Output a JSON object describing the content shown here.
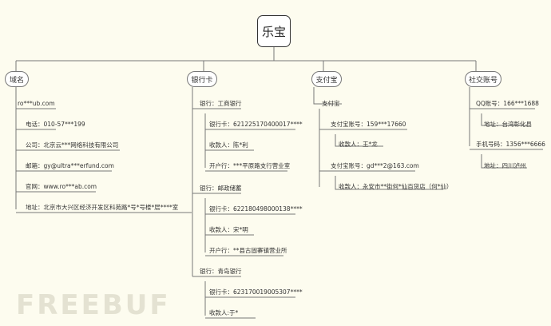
{
  "root": "乐宝",
  "branches": [
    {
      "label": "域名",
      "nodes": [
        {
          "text": "ro***ub.com"
        },
        {
          "text": "电话：010-57***199"
        },
        {
          "text": "公司：北京云***网络科技有限公司"
        },
        {
          "text": "邮箱：gy@ultra***erfund.com"
        },
        {
          "text": "官网：www.ro***ab.com"
        },
        {
          "text": "地址：北京市大兴区经济开发区科苑路*号*号楼*层****室"
        }
      ]
    },
    {
      "label": "银行卡",
      "nodes": [
        {
          "text": "银行：工商银行"
        },
        {
          "text": "银行卡：621225170400017****"
        },
        {
          "text": "收款人：陈*利"
        },
        {
          "text": "开户行：***平原路支行营业室"
        },
        {
          "text": "银行：邮政储蓄"
        },
        {
          "text": "银行卡：622180498000138****"
        },
        {
          "text": "收款人：宋*明"
        },
        {
          "text": "开户行：**县古固寨镇营业所"
        },
        {
          "text": "银行：青岛银行"
        },
        {
          "text": "银行卡：623170019005307****"
        },
        {
          "text": "收款人:于*"
        }
      ]
    },
    {
      "label": "支付宝",
      "nodes": [
        {
          "text": "支付宝"
        },
        {
          "text": "支付宝账号：159***17660"
        },
        {
          "text": "收款人：王*龙"
        },
        {
          "text": "支付宝账号：gd***2@163.com"
        },
        {
          "text": "收款人：永安市**街何*仙百货店（何*仙）"
        }
      ]
    },
    {
      "label": "社交账号",
      "nodes": [
        {
          "text": "QQ账号：166***1688"
        },
        {
          "text": "地址：台湾彰化县"
        },
        {
          "text": "手机号码：1356***6666"
        },
        {
          "text": "地址：四川泸州"
        }
      ]
    }
  ],
  "watermark": "FREEBUF"
}
